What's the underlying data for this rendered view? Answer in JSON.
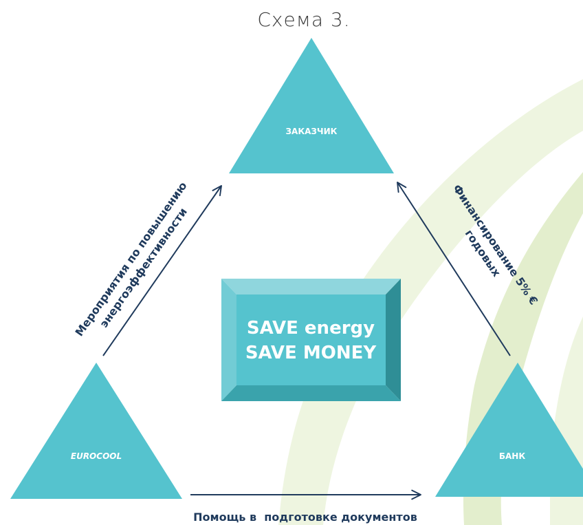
{
  "title": "Схема 3.",
  "nodes": {
    "customer": {
      "label": "ЗАКАЗЧИК"
    },
    "eurocool": {
      "label": "EUROCOOL"
    },
    "bank": {
      "label": "БАНК"
    }
  },
  "center_box": {
    "line1": "SAVE energy",
    "line2": "SAVE MONEY"
  },
  "edges": {
    "left": {
      "line1": "Мероприятия по повышению",
      "line2": "энергоэффективности"
    },
    "right": {
      "line1": "Финансирование 5% €",
      "line2": "годовых"
    },
    "bottom": {
      "label": "Помощь в  подготовке документов"
    }
  },
  "colors": {
    "triangle": "#55c3ce",
    "bevel_face": "#55c3ce",
    "bevel_top": "#8fd6dd",
    "bevel_left": "#72ccd5",
    "bevel_right": "#2f8e96",
    "bevel_bottom": "#3aa3ac",
    "arrow": "#1f3a5c",
    "leaf_light": "#eef5e0",
    "leaf_mid": "#e3eecd"
  }
}
